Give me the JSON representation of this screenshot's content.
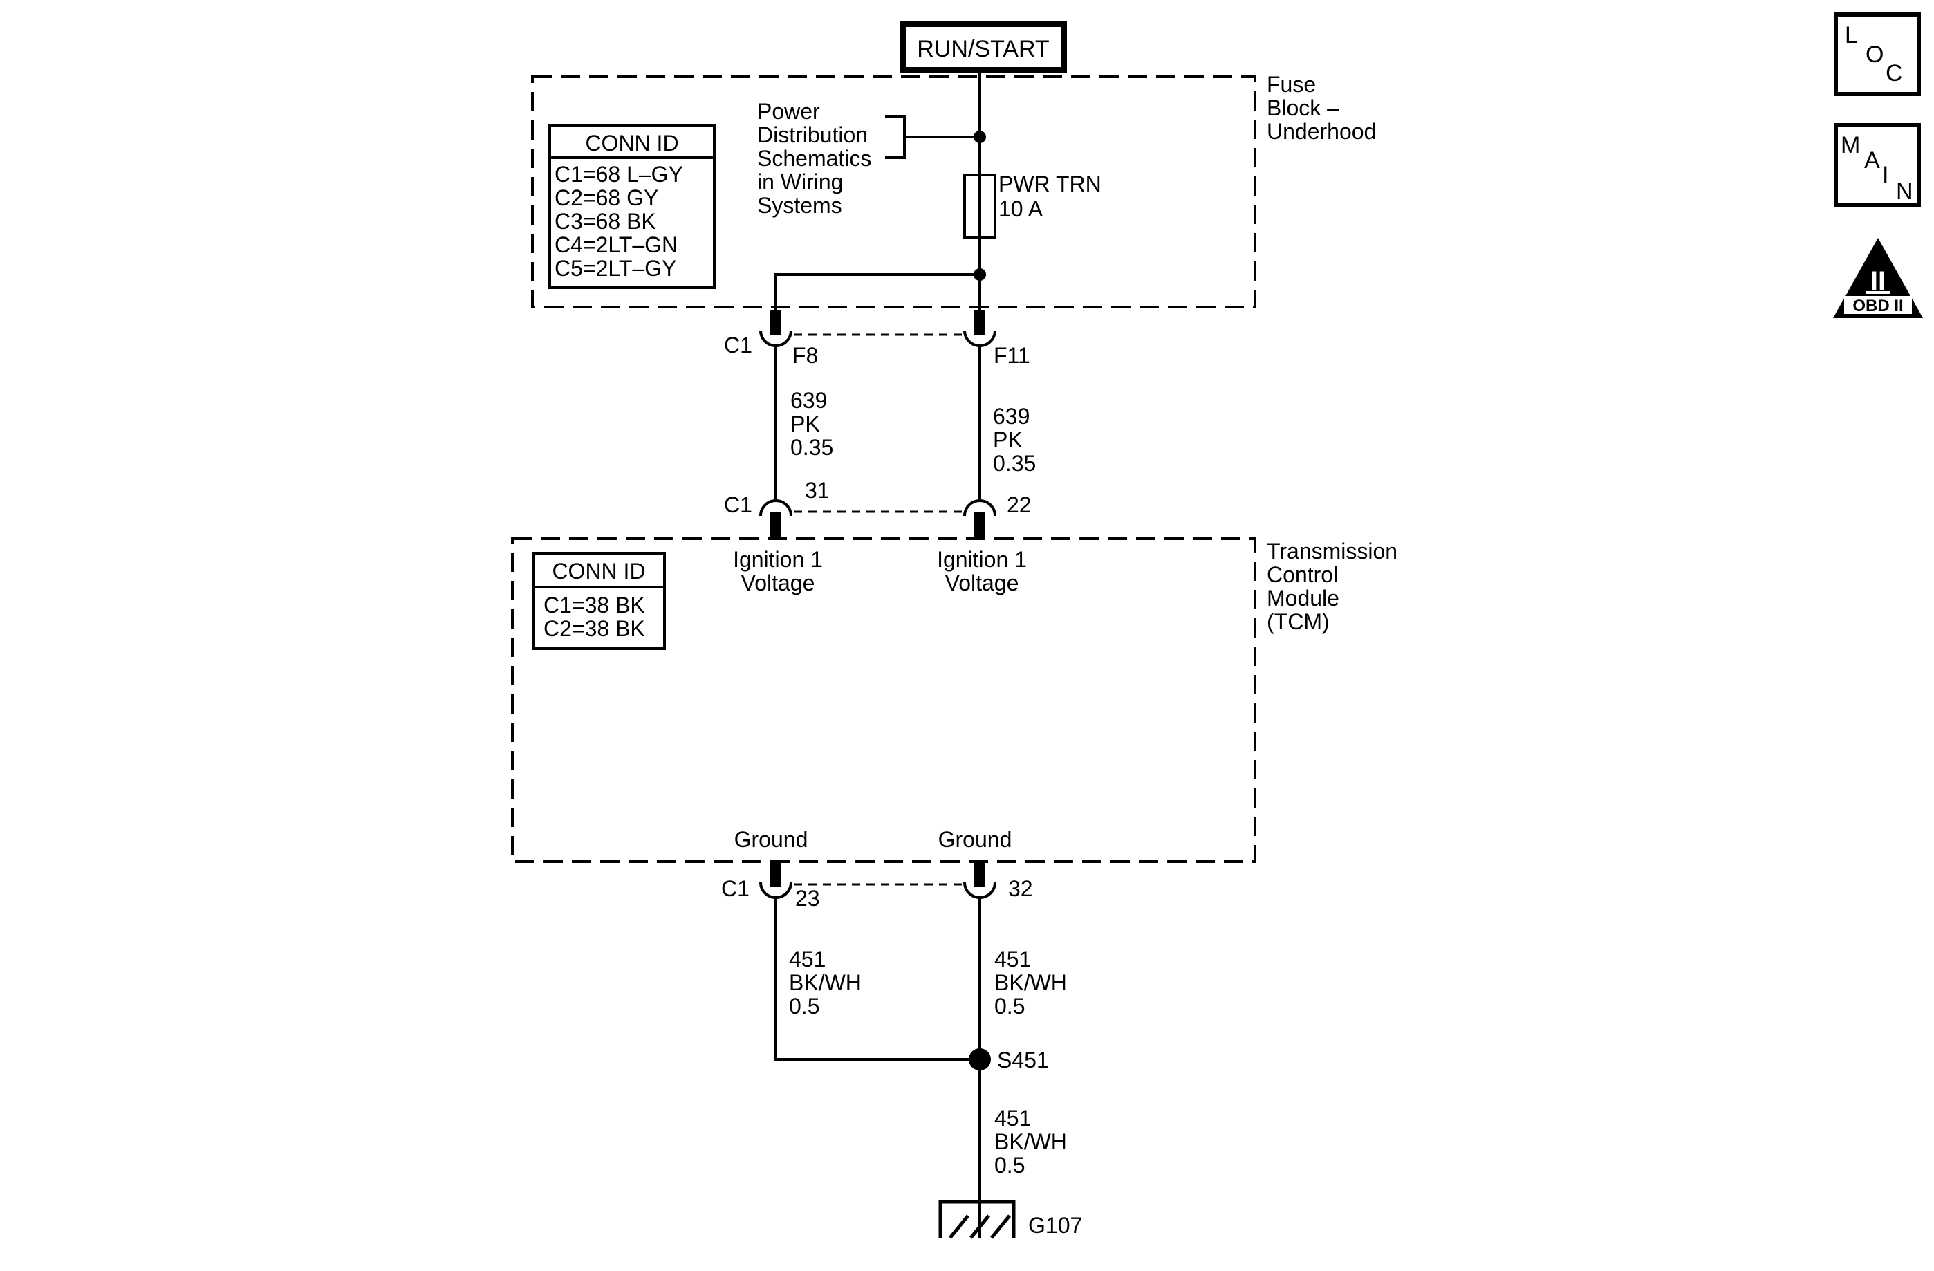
{
  "run_start": "RUN/START",
  "fuse_block": {
    "label_lines": [
      "Fuse",
      "Block –",
      "Underhood"
    ],
    "conn_id": {
      "title": "CONN ID",
      "rows": [
        "C1=68 L–GY",
        "C2=68 GY",
        "C3=68 BK",
        "C4=2LT–GN",
        "C5=2LT–GY"
      ]
    },
    "power_dist_lines": [
      "Power",
      "Distribution",
      "Schematics",
      "in Wiring",
      "Systems"
    ],
    "fuse_name": "PWR TRN",
    "fuse_rating": "10 A"
  },
  "upper_connector": {
    "conn": "C1",
    "left_pin": "F8",
    "right_pin": "F11"
  },
  "upper_wires": {
    "left": [
      "639",
      "PK",
      "0.35"
    ],
    "right": [
      "639",
      "PK",
      "0.35"
    ]
  },
  "tcm_top_connector": {
    "conn": "C1",
    "left_pin": "31",
    "right_pin": "22"
  },
  "tcm": {
    "label_lines": [
      "Transmission",
      "Control",
      "Module",
      "(TCM)"
    ],
    "conn_id": {
      "title": "CONN ID",
      "rows": [
        "C1=38 BK",
        "C2=38 BK"
      ]
    },
    "left_input_lines": [
      "Ignition 1",
      "Voltage"
    ],
    "right_input_lines": [
      "Ignition 1",
      "Voltage"
    ],
    "left_ground": "Ground",
    "right_ground": "Ground"
  },
  "tcm_bottom_connector": {
    "conn": "C1",
    "left_pin": "23",
    "right_pin": "32"
  },
  "lower_wires": {
    "left": [
      "451",
      "BK/WH",
      "0.5"
    ],
    "right": [
      "451",
      "BK/WH",
      "0.5"
    ],
    "bottom": [
      "451",
      "BK/WH",
      "0.5"
    ]
  },
  "splice": "S451",
  "ground_point": "G107",
  "icons": {
    "loc_letters": [
      "L",
      "O",
      "C"
    ],
    "main_letters": [
      "M",
      "A",
      "I",
      "N"
    ],
    "obd_numeral": "II",
    "obd_text": "OBD II"
  }
}
